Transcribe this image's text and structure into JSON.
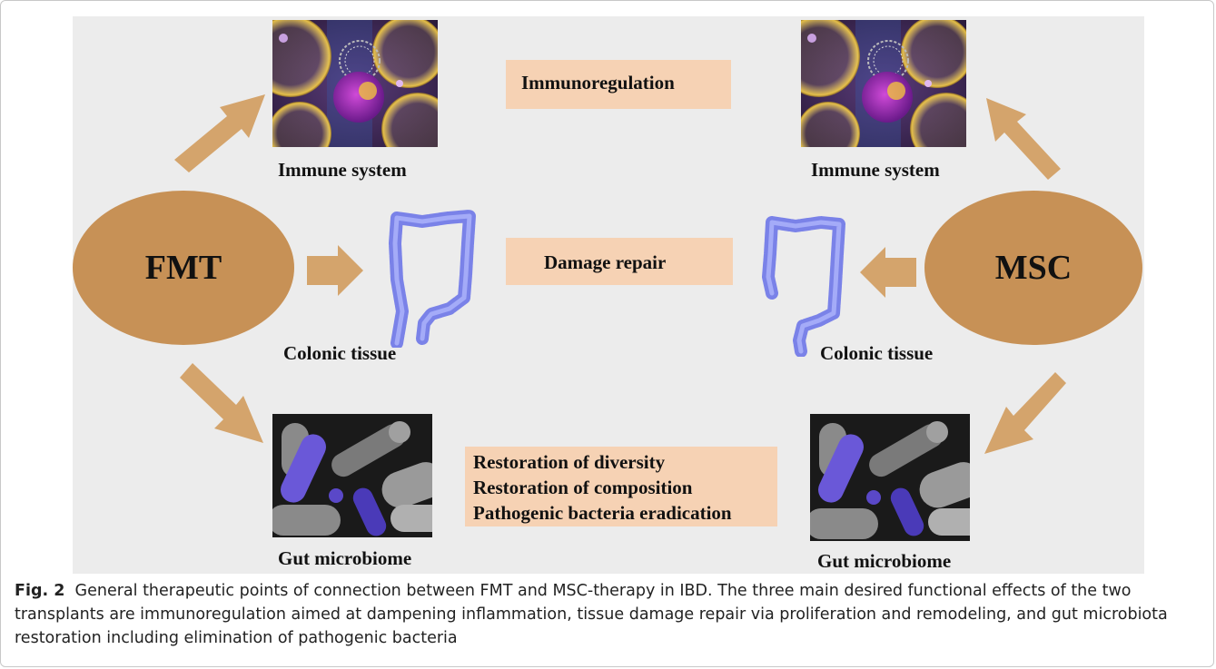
{
  "nodes": {
    "fmt": "FMT",
    "msc": "MSC"
  },
  "labels": {
    "immune_left": "Immune system",
    "immune_right": "Immune system",
    "colonic_left": "Colonic tissue",
    "colonic_right": "Colonic tissue",
    "gut_left": "Gut microbiome",
    "gut_right": "Gut microbiome"
  },
  "effects": {
    "immunoregulation": "Immunoregulation",
    "damage_repair": "Damage repair",
    "microbiome_lines": [
      "Restoration of diversity",
      "Restoration of composition",
      "Pathogenic bacteria eradication"
    ]
  },
  "caption": {
    "label": "Fig. 2",
    "text": "General therapeutic points of connection between FMT and MSC-therapy in IBD. The three main desired functional effects of the two transplants are immunoregulation aimed at dampening inflammation, tissue damage repair via proliferation and remodeling, and gut microbiota restoration including elimination of pathogenic bacteria"
  },
  "colors": {
    "ellipse": "#c79156",
    "box": "#f6d2b4",
    "arrow": "#d4a46c",
    "panel": "#ececec"
  },
  "icons": [
    "immune-cell-image",
    "colon-image",
    "bacteria-image",
    "arrow-icon"
  ]
}
